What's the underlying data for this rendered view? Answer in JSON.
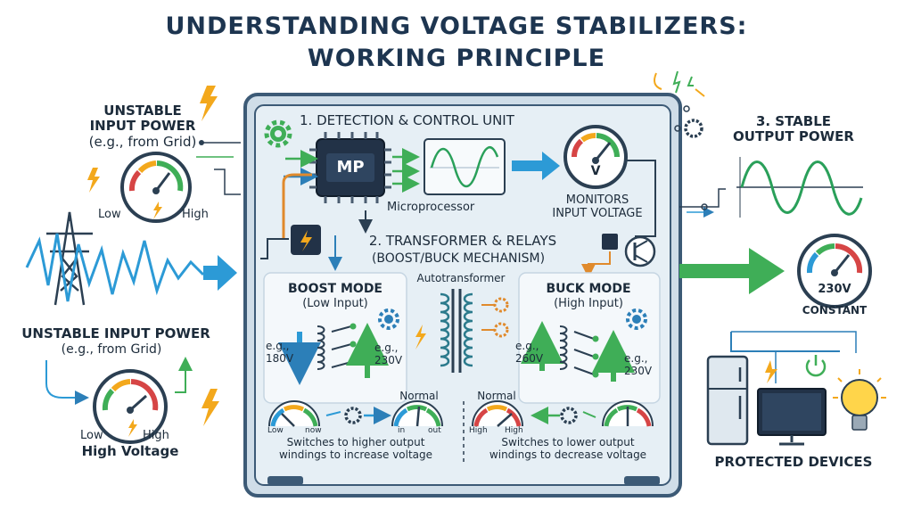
{
  "title": {
    "line1": "UNDERSTANDING VOLTAGE STABILIZERS:",
    "line2": "WORKING PRINCIPLE"
  },
  "input_top": {
    "heading1": "UNSTABLE",
    "heading2": "INPUT POWER",
    "note": "(e.g., from Grid)",
    "gauge_low": "Low",
    "gauge_high": "High"
  },
  "input_bottom": {
    "heading": "UNSTABLE INPUT POWER",
    "note": "(e.g., from Grid)",
    "gauge_low": "Low",
    "gauge_high": "High",
    "caption": "High Voltage"
  },
  "detection": {
    "heading": "1. DETECTION & CONTROL UNIT",
    "chip_label": "MP",
    "chip_caption": "Microprocessor",
    "meter_letter": "V",
    "monitor_line1": "MONITORS",
    "monitor_line2": "INPUT VOLTAGE"
  },
  "transformer": {
    "heading": "2. TRANSFORMER & RELAYS",
    "subheading": "(BOOST/BUCK MECHANISM)",
    "auto_label": "Autotransformer"
  },
  "boost": {
    "title": "BOOST MODE",
    "subtitle": "(Low Input)",
    "in_value_1": "e.g.,",
    "in_value_2": "180V",
    "out_value_1": "e.g.,",
    "out_value_2": "230V",
    "normal": "Normal",
    "gauge_left_low": "Low",
    "gauge_left_right": "now",
    "gauge_right_left": "in",
    "gauge_right_right": "out",
    "desc1": "Switches to higher output",
    "desc2": "windings to increase voltage"
  },
  "buck": {
    "title": "BUCK MODE",
    "subtitle": "(High Input)",
    "in_value_1": "e.g.,",
    "in_value_2": "260V",
    "out_value_1": "e.g.,",
    "out_value_2": "230V",
    "normal": "Normal",
    "gauge_left_low": "High",
    "gauge_left_right": "High",
    "desc1": "Switches to lower output",
    "desc2": "windings to decrease voltage"
  },
  "output": {
    "heading1": "3. STABLE",
    "heading2": "OUTPUT POWER",
    "gauge_value": "230V",
    "gauge_caption": "CONSTANT",
    "devices_label": "PROTECTED DEVICES"
  },
  "colors": {
    "navy": "#1d3550",
    "blue_arrow": "#2c9ad6",
    "green_arrow": "#3fae57",
    "lightning": "#f3a81c",
    "wave": "#2aa05a",
    "panel_bg": "#e6eff5",
    "cabinet": "#3c5a76"
  }
}
